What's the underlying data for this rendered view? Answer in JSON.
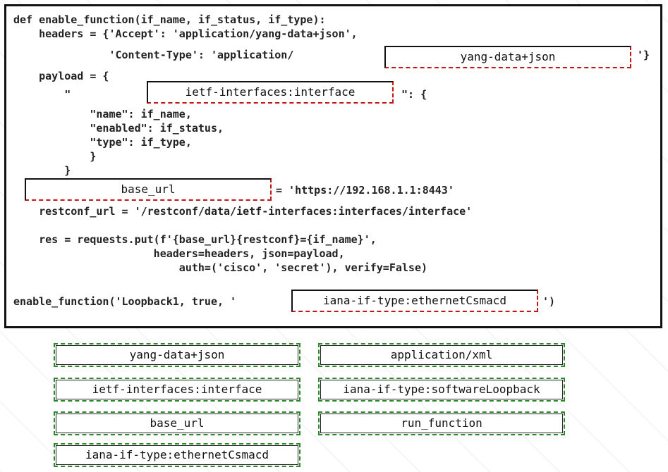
{
  "code": {
    "lines": [
      "def enable_function(if_name, if_status, if_type):",
      "    headers = {'Accept': 'application/yang-data+json',",
      "               'Content-Type': 'application/",
      "'}",
      "    payload = {",
      "        \"",
      "\": {",
      "            \"name\": if_name,",
      "            \"enabled\": if_status,",
      "            \"type\": if_type,",
      "            }",
      "        }",
      "= 'https://192.168.1.1:8443'",
      "    restconf_url = '/restconf/data/ietf-interfaces:interfaces/interface'",
      "    res = requests.put(f'{base_url}{restconf}={if_name}',",
      "                      headers=headers, json=payload,",
      "                          auth=('cisco', 'secret'), verify=False)",
      "enable_function('Loopback1, true, '",
      "')"
    ]
  },
  "slots": {
    "content_type": "yang-data+json",
    "payload_key": "ietf-interfaces:interface",
    "base_url_var": "base_url",
    "if_type_arg": "iana-if-type:ethernetCsmacd"
  },
  "options": [
    "yang-data+json",
    "application/xml",
    "ietf-interfaces:interface",
    "iana-if-type:softwareLoopback",
    "base_url",
    "run_function",
    "iana-if-type:ethernetCsmacd"
  ],
  "colors": {
    "slot_border": "#c01818",
    "chip_border": "#2a8a2a",
    "panel_border": "#111111"
  }
}
